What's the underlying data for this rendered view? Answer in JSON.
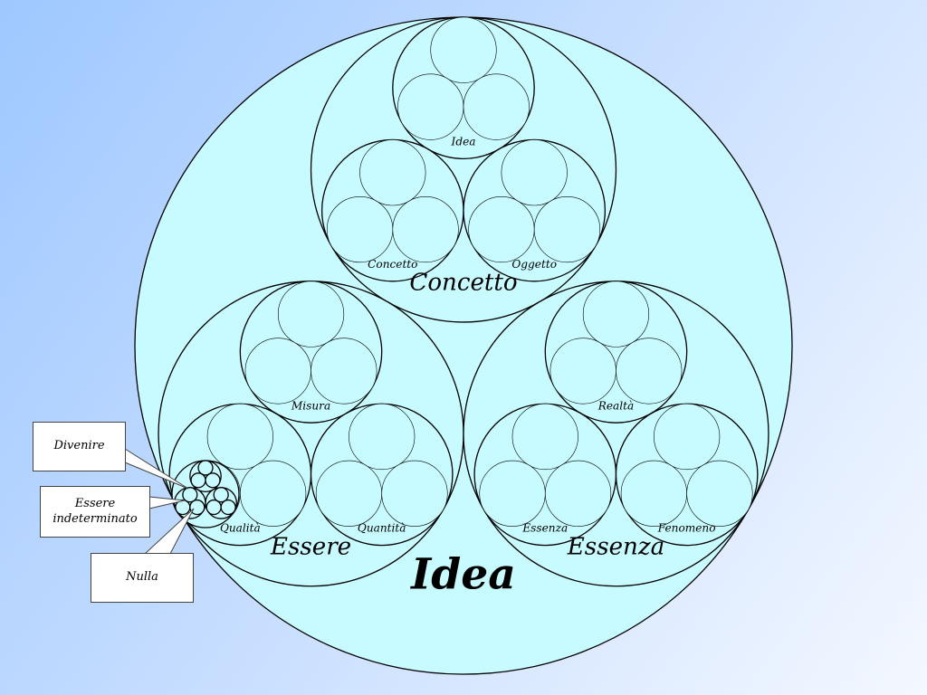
{
  "diagram": {
    "root": {
      "label": "Idea",
      "children": [
        {
          "label": "Concetto",
          "children": [
            {
              "label": "Idea"
            },
            {
              "label": "Concetto"
            },
            {
              "label": "Oggetto"
            }
          ]
        },
        {
          "label": "Essere",
          "children": [
            {
              "label": "Misura"
            },
            {
              "label": "Qualità"
            },
            {
              "label": "Quantità"
            }
          ]
        },
        {
          "label": "Essenza",
          "children": [
            {
              "label": "Realtà"
            },
            {
              "label": "Essenza"
            },
            {
              "label": "Fenomeno"
            }
          ]
        }
      ]
    },
    "callouts": {
      "divenire": "Divenire",
      "essere_line1": "Essere",
      "essere_line2": "indeterminato",
      "nulla": "Nulla"
    }
  }
}
